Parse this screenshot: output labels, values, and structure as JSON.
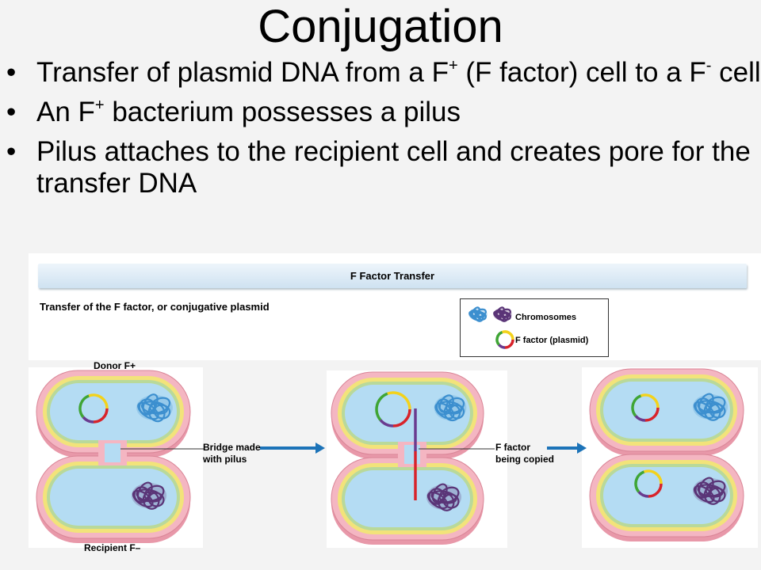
{
  "slide": {
    "title": "Conjugation",
    "bullets": [
      {
        "before": "Transfer of plasmid DNA from a F",
        "sup1": "+",
        "mid": " (F factor) cell to a F",
        "sup2": "-",
        "after": " cell"
      },
      {
        "before": "An F",
        "sup1": "+",
        "mid": " bacterium possesses a pilus",
        "sup2": "",
        "after": ""
      },
      {
        "before": "Pilus attaches to the recipient cell and creates pore for the transfer DNA",
        "sup1": "",
        "mid": "",
        "sup2": "",
        "after": ""
      }
    ]
  },
  "figure": {
    "banner": "F Factor Transfer",
    "subheading": "Transfer of the F factor, or conjugative plasmid",
    "legend": {
      "chromosomes": "Chromosomes",
      "f_factor": "F factor (plasmid)"
    },
    "donor_label": "Donor F+",
    "recipient_label": "Recipient F–",
    "bridge_label": "Bridge made\nwith pilus",
    "copy_label": "F factor\nbeing copied"
  },
  "colors": {
    "membrane_outer": "#f4b6c2",
    "wall_yellow": "#f2e37a",
    "wall_green": "#b9d99a",
    "cytoplasm": "#b4dcf3",
    "chromosome_blue": "#3c8fcf",
    "chromosome_purple": "#5a3577",
    "arrow": "#1c73b8",
    "plasmid_red": "#d8232a",
    "plasmid_green": "#3fa535",
    "plasmid_yellow": "#f3d21b",
    "plasmid_purple": "#6a3b8f"
  }
}
